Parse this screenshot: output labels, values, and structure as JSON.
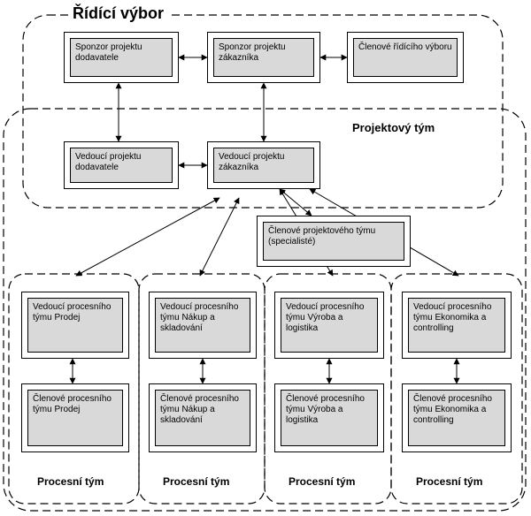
{
  "steering": {
    "title": "Řídící výbor",
    "sponsor_supplier": "Sponzor projektu dodavatele",
    "sponsor_customer": "Sponzor projektu zákazníka",
    "members": "Členové řídícího výboru"
  },
  "project_team": {
    "title": "Projektový tým",
    "lead_supplier": "Vedoucí projektu dodavatele",
    "lead_customer": "Vedoucí projektu zákazníka",
    "specialists": "Členové projektového týmu (specialisté)"
  },
  "process_teams": [
    {
      "title": "Procesní tým",
      "lead": "Vedoucí procesního týmu Prodej",
      "members": "Členové procesního týmu Prodej"
    },
    {
      "title": "Procesní tým",
      "lead": "Vedoucí procesního týmu Nákup a skladování",
      "members": "Členové procesního týmu Nákup a skladování"
    },
    {
      "title": "Procesní tým",
      "lead": "Vedoucí procesního týmu Výroba a logistika",
      "members": "Členové procesního týmu Výroba a logistika"
    },
    {
      "title": "Procesní tým",
      "lead": "Vedoucí procesního týmu Ekonomika a controlling",
      "members": "Členové procesního týmu Ekonomika a controlling"
    }
  ]
}
